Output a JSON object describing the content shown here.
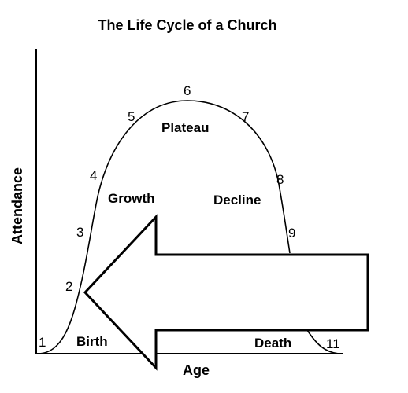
{
  "title": "The Life Cycle of a Church",
  "axes": {
    "y_label": "Attendance",
    "x_label": "Age"
  },
  "stages": {
    "birth": "Birth",
    "growth": "Growth",
    "plateau": "Plateau",
    "decline": "Decline",
    "death": "Death"
  },
  "points": {
    "p1": "1",
    "p2": "2",
    "p3": "3",
    "p4": "4",
    "p5": "5",
    "p6": "6",
    "p7": "7",
    "p8": "8",
    "p9": "9",
    "p11": "11"
  },
  "colors": {
    "ink": "#000000",
    "background": "#ffffff"
  },
  "arrow": {
    "direction": "left"
  }
}
